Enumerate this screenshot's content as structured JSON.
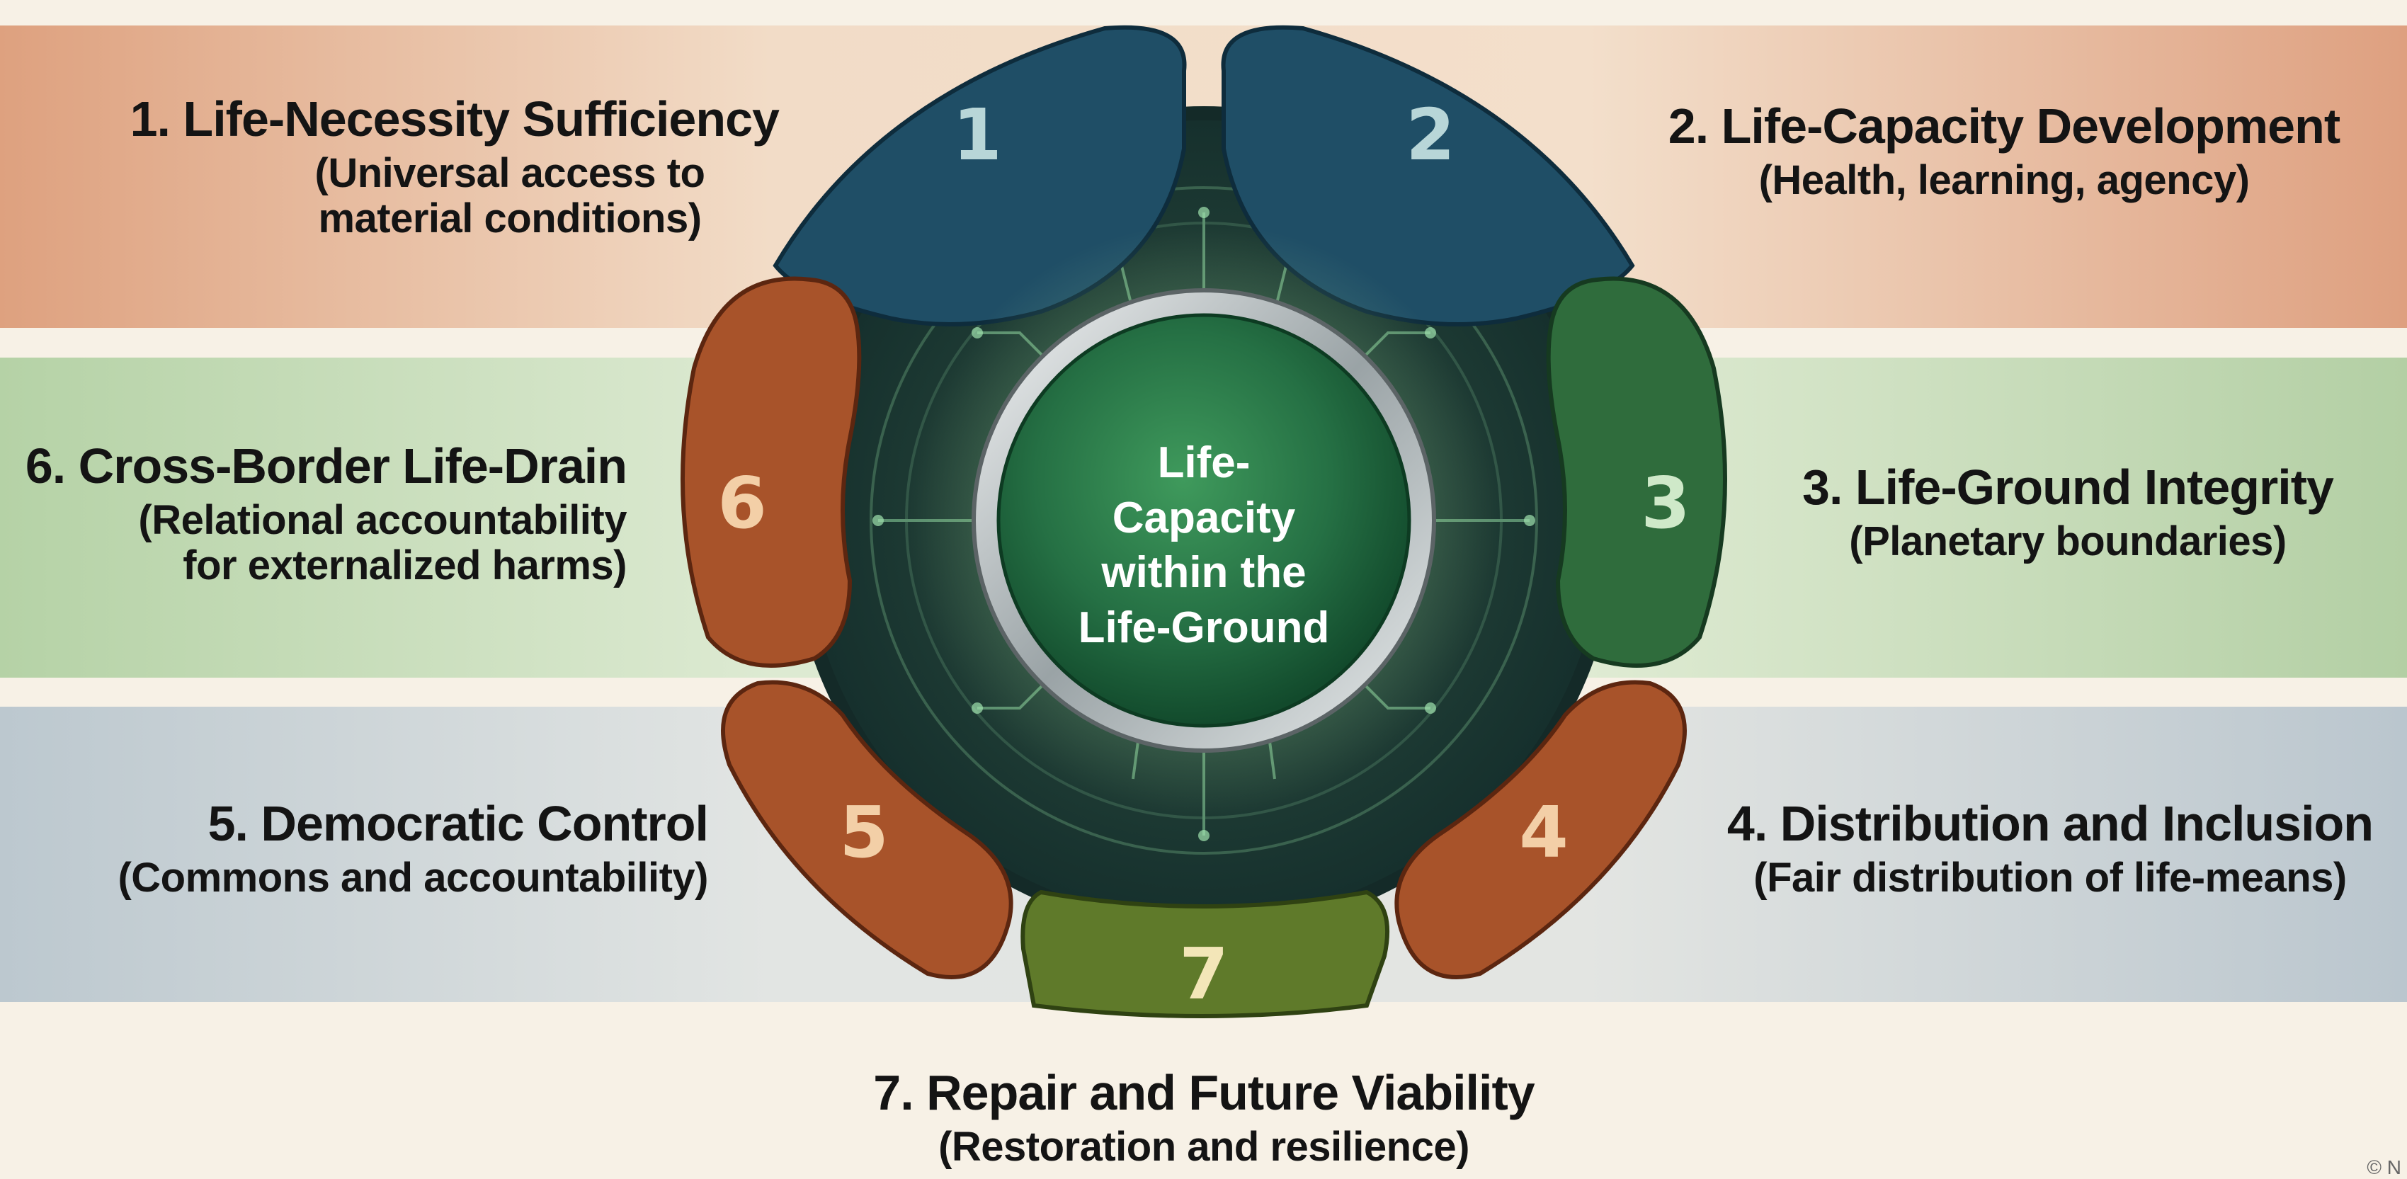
{
  "center": {
    "lines": [
      "Life-Capacity",
      "within the",
      "Life-Ground"
    ]
  },
  "segments": [
    {
      "num": "1",
      "title": "1. Life-Necessity Sufficiency",
      "subtitle_lines": [
        "(Universal access to",
        "material conditions)"
      ],
      "color": "#1f4e66"
    },
    {
      "num": "2",
      "title": "2. Life-Capacity Development",
      "subtitle_lines": [
        "(Health, learning, agency)"
      ],
      "color": "#1f4e66"
    },
    {
      "num": "3",
      "title": "3. Life-Ground Integrity",
      "subtitle_lines": [
        "(Planetary boundaries)"
      ],
      "color": "#2f6c3c"
    },
    {
      "num": "4",
      "title": "4. Distribution and Inclusion",
      "subtitle_lines": [
        "(Fair distribution of life-means)"
      ],
      "color": "#a8532a"
    },
    {
      "num": "5",
      "title": "5. Democratic Control",
      "subtitle_lines": [
        "(Commons and accountability)"
      ],
      "color": "#a8532a"
    },
    {
      "num": "6",
      "title": "6. Cross-Border Life-Drain",
      "subtitle_lines": [
        "(Relational accountability",
        "for externalized harms)"
      ],
      "color": "#a8532a"
    },
    {
      "num": "7",
      "title": "7. Repair and Future Viability",
      "subtitle_lines": [
        "(Restoration and resilience)"
      ],
      "color": "#5f7a2a"
    }
  ],
  "copyright": "© N"
}
